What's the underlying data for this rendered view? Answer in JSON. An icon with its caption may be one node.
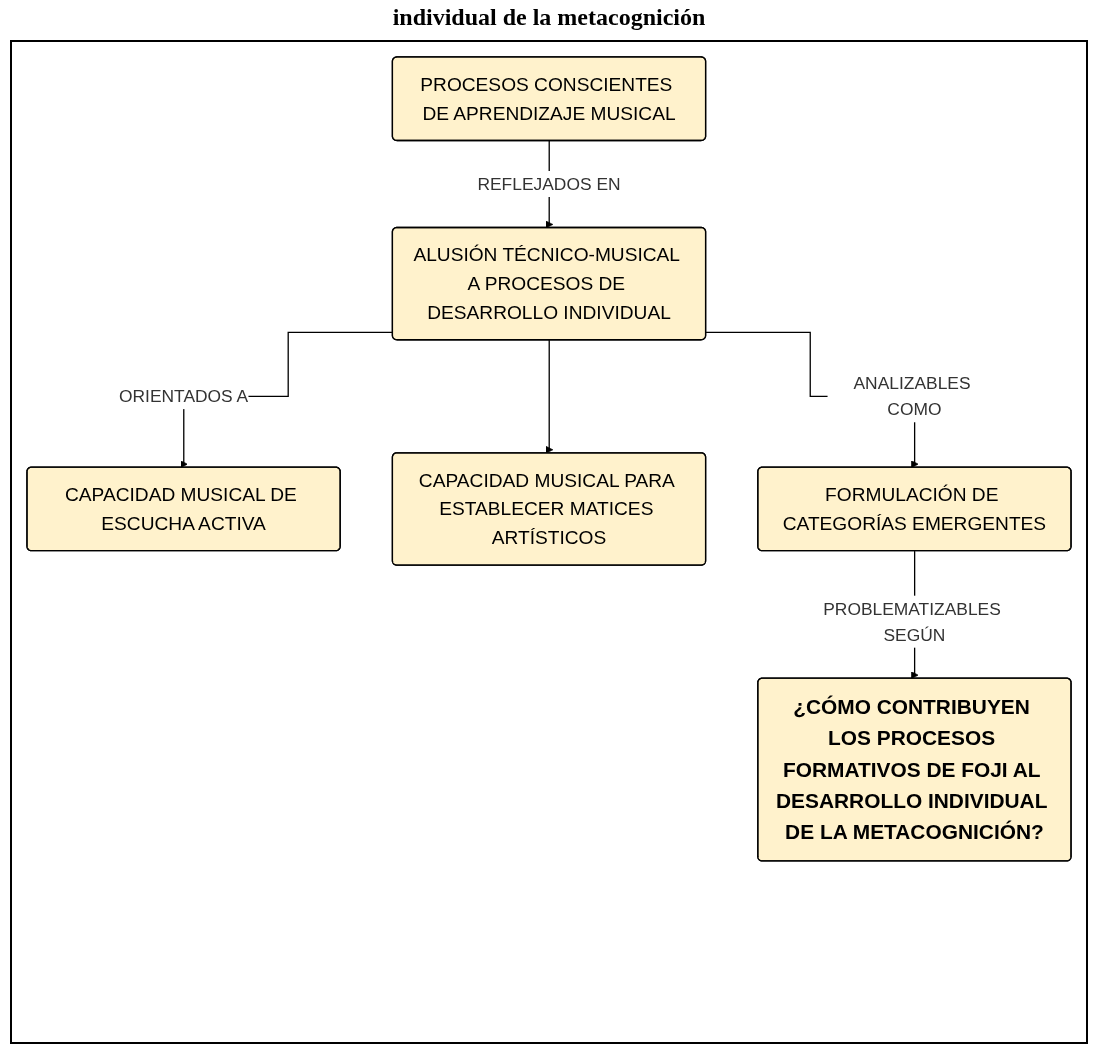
{
  "diagram": {
    "title": "individual de la metacognición",
    "nodes": [
      {
        "text": [
          "PROCESOS CONSCIENTES DE APRENDIZAJE MUSICAL"
        ]
      },
      {
        "text": [
          "ALUSIÓN TÉCNICO-MUSICAL A PROCESOS DE DESARROLLO INDIVIDUAL"
        ]
      },
      {
        "text": [
          "CAPACIDAD MUSICAL DE ESCUCHA ACTIVA"
        ]
      },
      {
        "text": [
          "CAPACIDAD MUSICAL PARA ESTABLECER MATICES ARTÍSTICOS"
        ]
      },
      {
        "text": [
          "FORMULACIÓN DE CATEGORÍAS EMERGENTES"
        ]
      },
      {
        "text": [
          "¿CÓMO CONTRIBUYEN LOS PROCESOS FORMATIVOS DE FOJI AL DESARROLLO INDIVIDUAL DE LA METACOGNICIÓN?"
        ]
      }
    ],
    "edges": [
      {
        "from": 0,
        "to": 1,
        "arrow": "to",
        "label": "REFLEJADOS EN"
      },
      {
        "from": 1,
        "to": 2,
        "arrow": "to",
        "label": "ORIENTADOS A"
      },
      {
        "from": 1,
        "to": 3,
        "arrow": "to"
      },
      {
        "from": 1,
        "to": 4,
        "arrow": "to",
        "label": "ANALIZABLES COMO"
      },
      {
        "from": 4,
        "to": 5,
        "arrow": "to",
        "label": "PROBLEMATIZABLES SEGÚN"
      }
    ]
  }
}
